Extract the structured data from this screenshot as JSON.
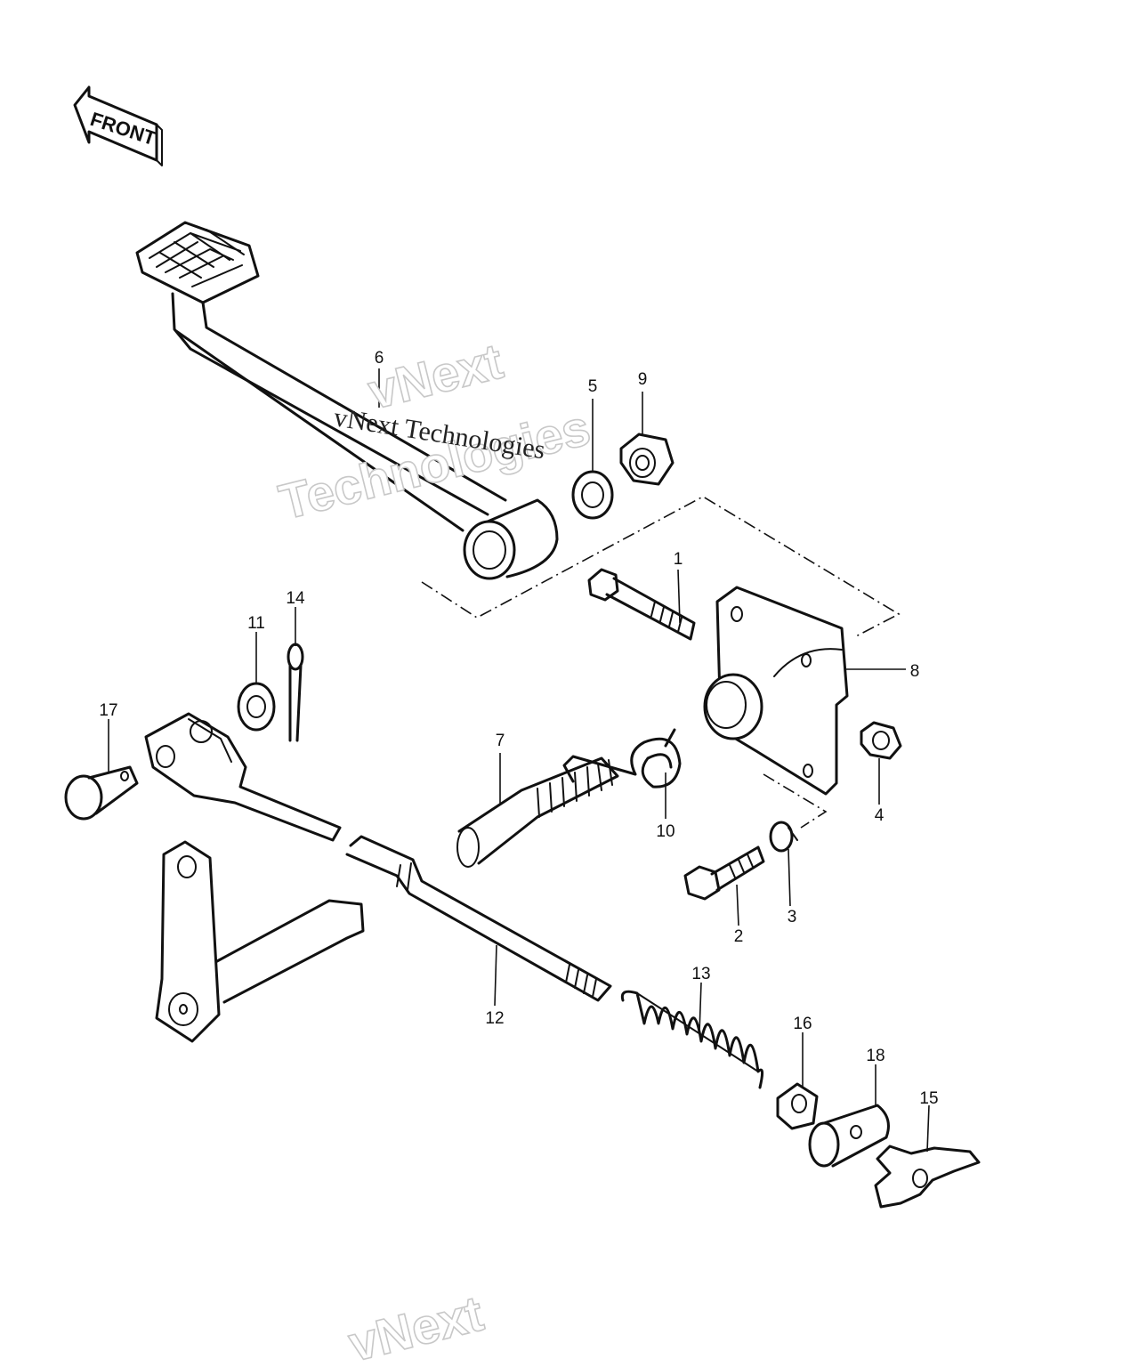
{
  "badge": {
    "label": "FRONT"
  },
  "watermark": {
    "line1": "vNext",
    "line2": "Technologies",
    "inline": "vNext Technologies",
    "bottom": "vNext"
  },
  "callouts": [
    {
      "id": "c1",
      "label": "1"
    },
    {
      "id": "c2",
      "label": "2"
    },
    {
      "id": "c3",
      "label": "3"
    },
    {
      "id": "c4",
      "label": "4"
    },
    {
      "id": "c5",
      "label": "5"
    },
    {
      "id": "c6",
      "label": "6"
    },
    {
      "id": "c7",
      "label": "7"
    },
    {
      "id": "c8",
      "label": "8"
    },
    {
      "id": "c9",
      "label": "9"
    },
    {
      "id": "c10",
      "label": "10"
    },
    {
      "id": "c11",
      "label": "11"
    },
    {
      "id": "c12",
      "label": "12"
    },
    {
      "id": "c13",
      "label": "13"
    },
    {
      "id": "c14",
      "label": "14"
    },
    {
      "id": "c15",
      "label": "15"
    },
    {
      "id": "c16",
      "label": "16"
    },
    {
      "id": "c17",
      "label": "17"
    },
    {
      "id": "c18",
      "label": "18"
    }
  ]
}
